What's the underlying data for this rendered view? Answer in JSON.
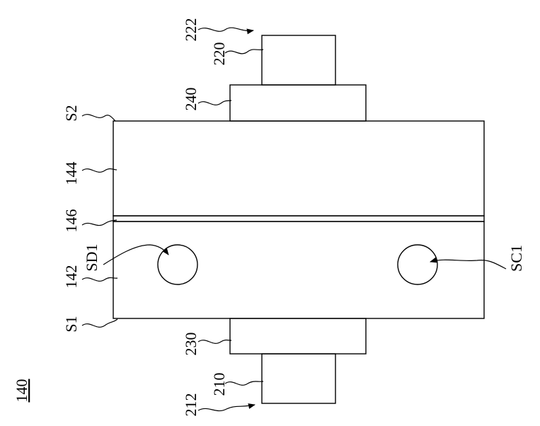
{
  "figure_label": "140",
  "labels": {
    "l222": "222",
    "l220": "220",
    "l240": "240",
    "lS2": "S2",
    "l144": "144",
    "l146": "146",
    "lSD1": "SD1",
    "l142": "142",
    "lS1": "S1",
    "l230": "230",
    "l210": "210",
    "l212": "212",
    "lSC1": "SC1"
  }
}
